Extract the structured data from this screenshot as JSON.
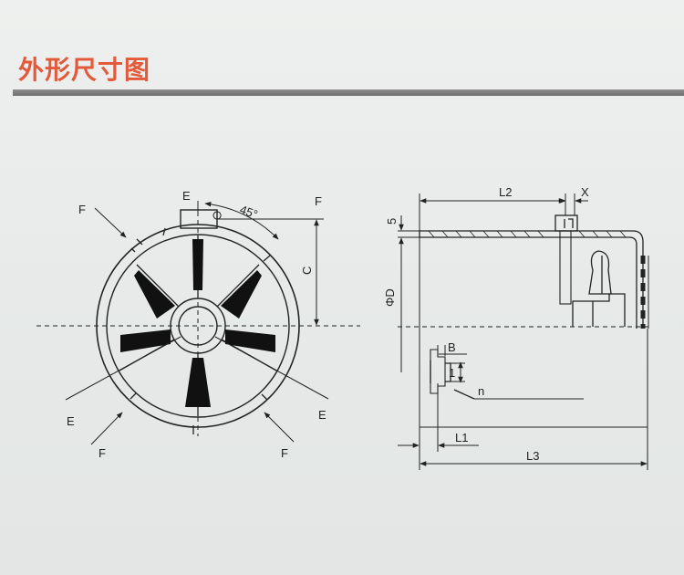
{
  "page": {
    "title": "外形尺寸图",
    "title_color": "#e35a3a"
  },
  "front_view": {
    "label_E_top": "E",
    "label_F_top_left": "F",
    "label_F_top_right": "F",
    "label_angle": "45°",
    "label_C": "C",
    "label_E_bottom_left": "E",
    "label_E_bottom_right": "E",
    "label_F_bottom_left": "F",
    "label_F_bottom_right": "F"
  },
  "side_view": {
    "label_L2": "L2",
    "label_X": "X",
    "label_5": "5",
    "label_phiD": "ΦD",
    "label_B": "B",
    "label_1": "1",
    "label_n": "n",
    "label_L1": "L1",
    "label_L3": "L3"
  }
}
